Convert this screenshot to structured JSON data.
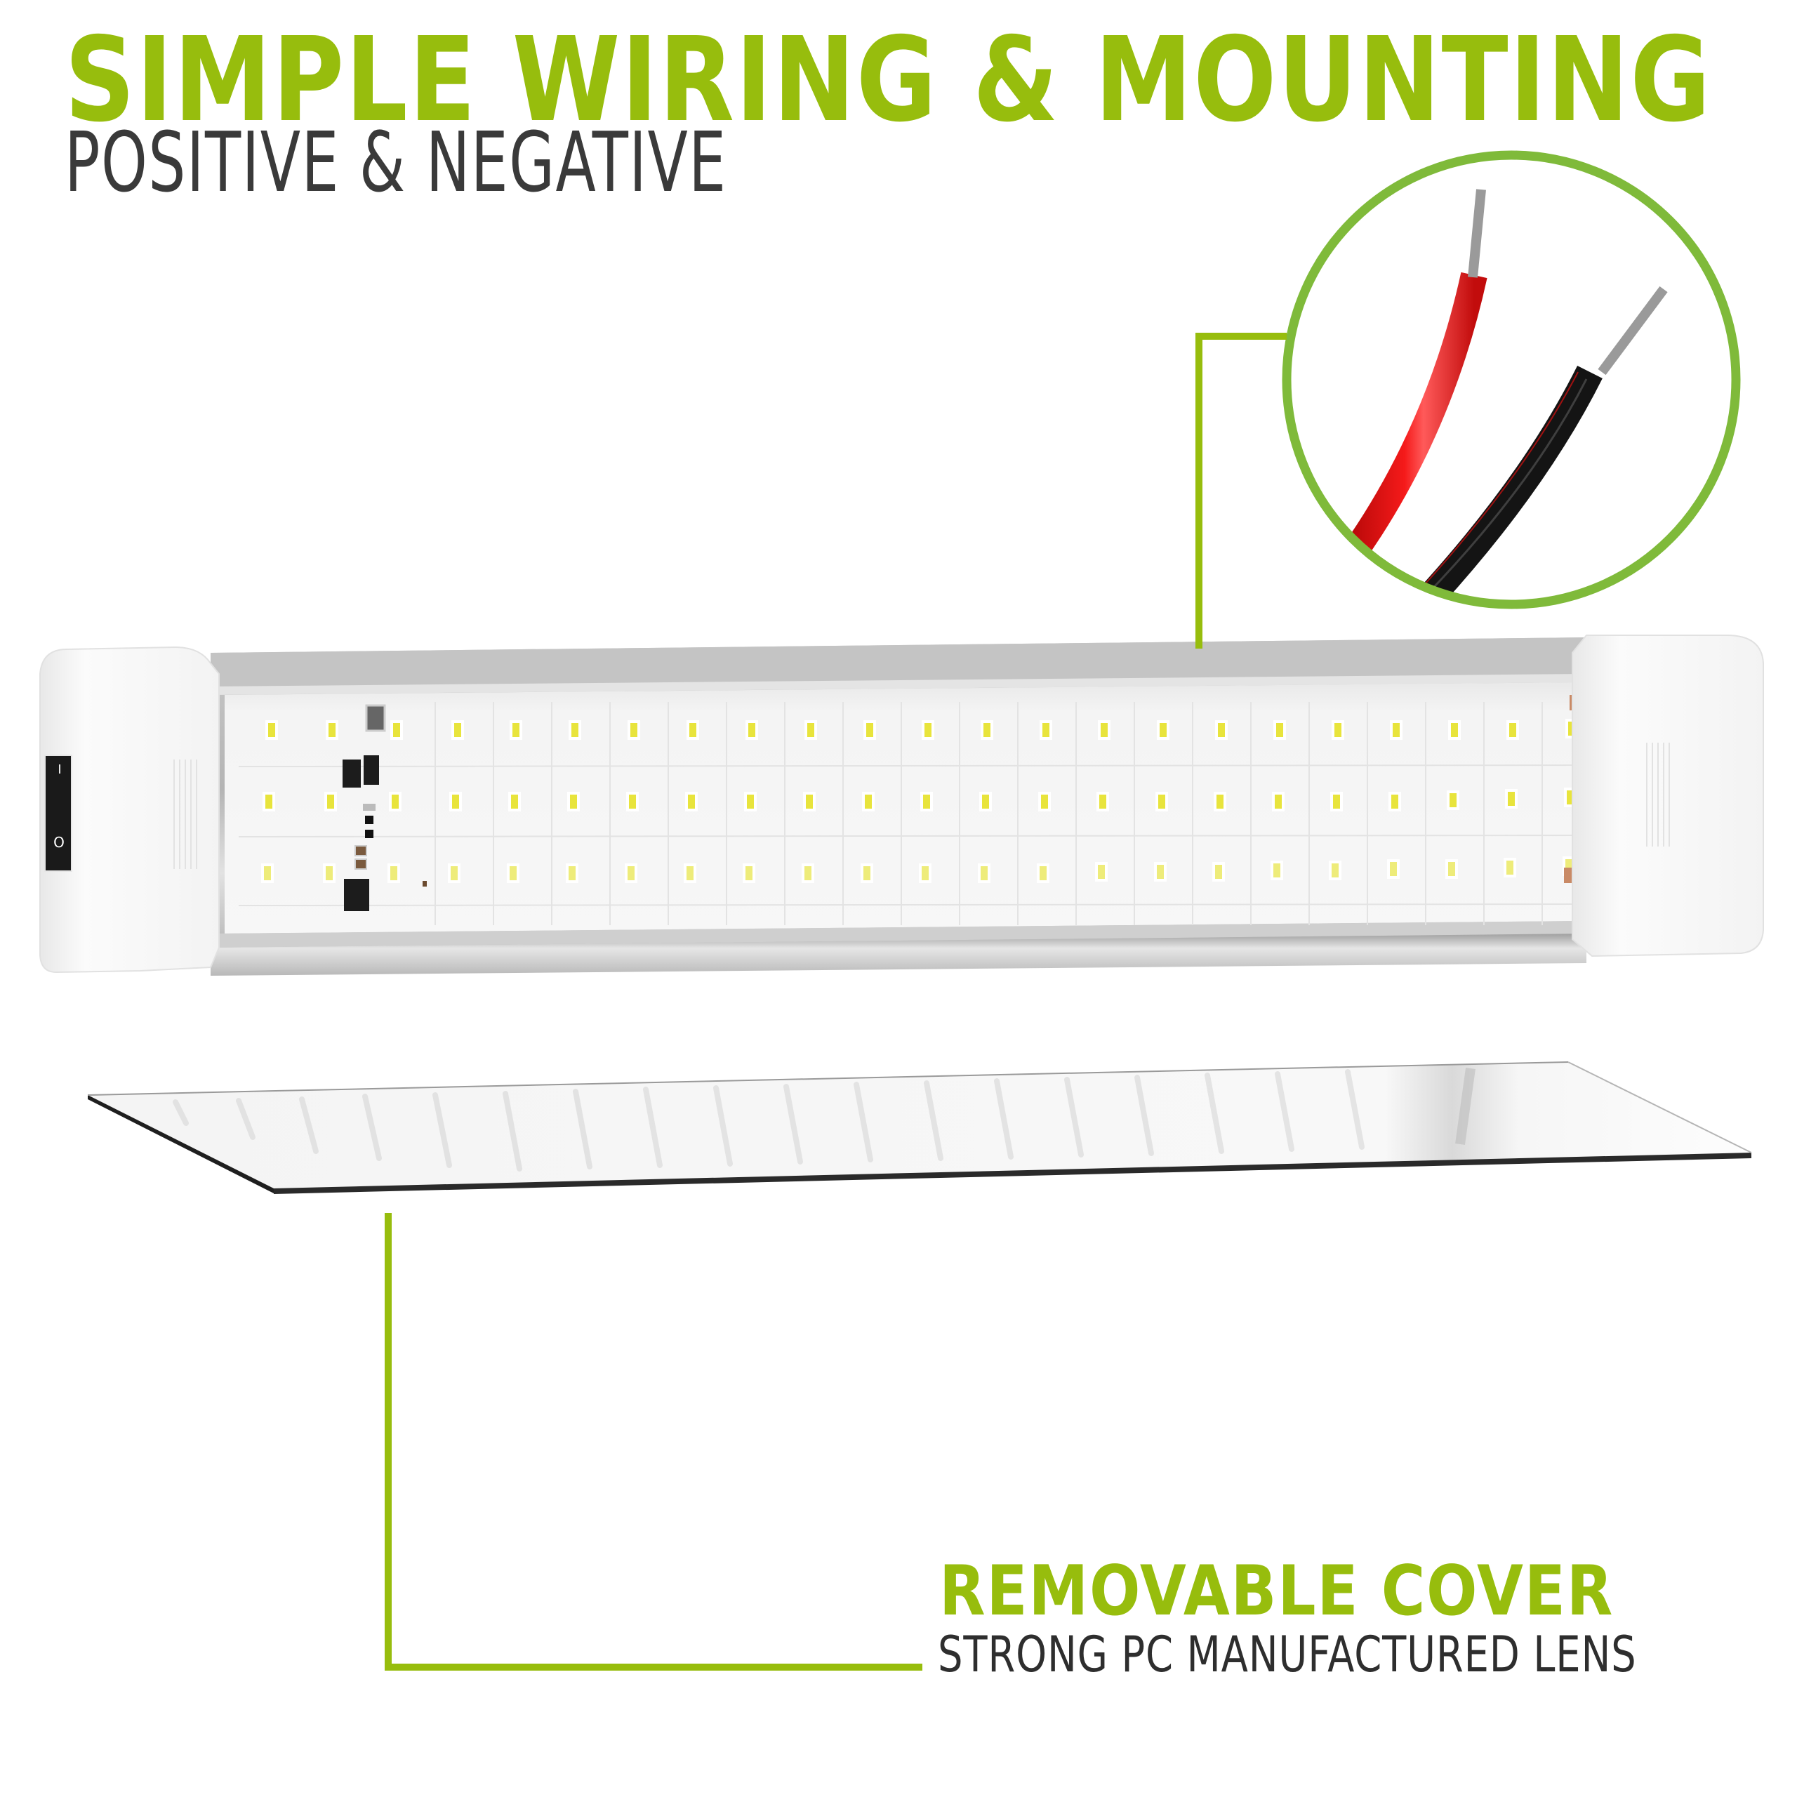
{
  "header": {
    "title": "SIMPLE WIRING & MOUNTING",
    "subtitle": "POSITIVE & NEGATIVE"
  },
  "features": [
    {
      "title": "REMOVABLE COVER",
      "description": "STRONG PC MANUFACTURED LENS"
    }
  ],
  "callouts": {
    "wiring_zoom": {
      "label": "wire-detail-magnifier",
      "wires": [
        {
          "name": "positive",
          "insulation_color": "#e0100f"
        },
        {
          "name": "negative",
          "insulation_color": "#111111"
        }
      ]
    }
  },
  "product": {
    "switch_states": [
      "I",
      "O"
    ],
    "led_rows": 3,
    "led_columns": 21
  },
  "colors": {
    "accent_green": "#97bd0d",
    "circle_green": "#7fba3a",
    "text_dark": "#3a3a3a",
    "led_yellow": "#e8e43c",
    "red_wire": "#e0100f",
    "black_wire": "#111111"
  }
}
